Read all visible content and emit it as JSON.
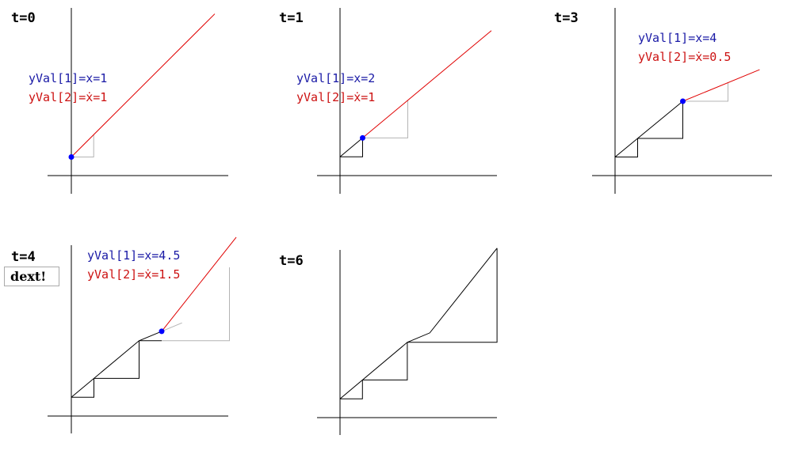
{
  "colors": {
    "axis": "#000000",
    "path": "#000000",
    "tangent": "#e00000",
    "guide": "#b4b4b4",
    "point": "#0000ff",
    "label_x": "#1a1aa6",
    "label_xdot": "#cc1111"
  },
  "panels": [
    {
      "id": "t0",
      "title": "t=0",
      "label_x": "yVal[1]=x=1",
      "label_xdot": "yVal[2]=ẋ=1",
      "path": [
        [
          0,
          1
        ]
      ],
      "steps": [],
      "point": [
        0,
        1
      ],
      "tangent": {
        "from": [
          0,
          1
        ],
        "to": [
          7.7,
          8.7
        ]
      },
      "guide": [
        [
          0,
          1
        ],
        [
          1.2,
          1
        ],
        [
          1.2,
          2.2
        ]
      ]
    },
    {
      "id": "t1",
      "title": "t=1",
      "label_x": "yVal[1]=x=2",
      "label_xdot": "yVal[2]=ẋ=1",
      "path": [
        [
          0,
          1
        ],
        [
          1,
          2
        ]
      ],
      "steps": [
        [
          [
            0,
            1
          ],
          [
            1,
            1
          ],
          [
            1,
            2
          ]
        ]
      ],
      "point": [
        1,
        2
      ],
      "tangent": {
        "from": [
          1,
          2
        ],
        "to": [
          6.7,
          7.7
        ]
      },
      "guide": [
        [
          1,
          2
        ],
        [
          3,
          2
        ],
        [
          3,
          4
        ]
      ]
    },
    {
      "id": "t3",
      "title": "t=3",
      "label_x": "yVal[1]=x=4",
      "label_xdot": "yVal[2]=ẋ=0.5",
      "path": [
        [
          0,
          1
        ],
        [
          3,
          4
        ]
      ],
      "steps": [
        [
          [
            0,
            1
          ],
          [
            1,
            1
          ],
          [
            1,
            2
          ]
        ],
        [
          [
            1,
            2
          ],
          [
            3,
            2
          ],
          [
            3,
            4
          ]
        ]
      ],
      "point": [
        3,
        4
      ],
      "tangent": {
        "from": [
          3,
          4
        ],
        "to": [
          6.4,
          5.7
        ]
      },
      "guide": [
        [
          3,
          4
        ],
        [
          5,
          4
        ],
        [
          5,
          5
        ]
      ]
    },
    {
      "id": "t4",
      "title": "t=4",
      "badge": "dext!",
      "label_x": "yVal[1]=x=4.5",
      "label_xdot": "yVal[2]=ẋ=1.5",
      "path": [
        [
          0,
          1
        ],
        [
          3,
          4
        ],
        [
          4,
          4.5
        ]
      ],
      "steps": [
        [
          [
            0,
            1
          ],
          [
            1,
            1
          ],
          [
            1,
            2
          ]
        ],
        [
          [
            1,
            2
          ],
          [
            3,
            2
          ],
          [
            3,
            4
          ]
        ],
        [
          [
            3,
            4
          ],
          [
            4,
            4
          ]
        ]
      ],
      "point": [
        4,
        4.5
      ],
      "tangent": {
        "from": [
          4,
          4.5
        ],
        "to": [
          7.3,
          9.5
        ]
      },
      "guide": [
        [
          4,
          4
        ],
        [
          7,
          4
        ],
        [
          7,
          7.9
        ]
      ],
      "ghost": {
        "from": [
          4,
          4.5
        ],
        "to": [
          4.9,
          4.95
        ]
      }
    },
    {
      "id": "t6",
      "title": "t=6",
      "path": [
        [
          0,
          1
        ],
        [
          3,
          4
        ],
        [
          4,
          4.5
        ],
        [
          7,
          9
        ]
      ],
      "steps": [
        [
          [
            0,
            1
          ],
          [
            1,
            1
          ],
          [
            1,
            2
          ]
        ],
        [
          [
            1,
            2
          ],
          [
            3,
            2
          ],
          [
            3,
            4
          ]
        ],
        [
          [
            3,
            4
          ],
          [
            7,
            4
          ],
          [
            7,
            9
          ]
        ]
      ],
      "point": null
    }
  ]
}
